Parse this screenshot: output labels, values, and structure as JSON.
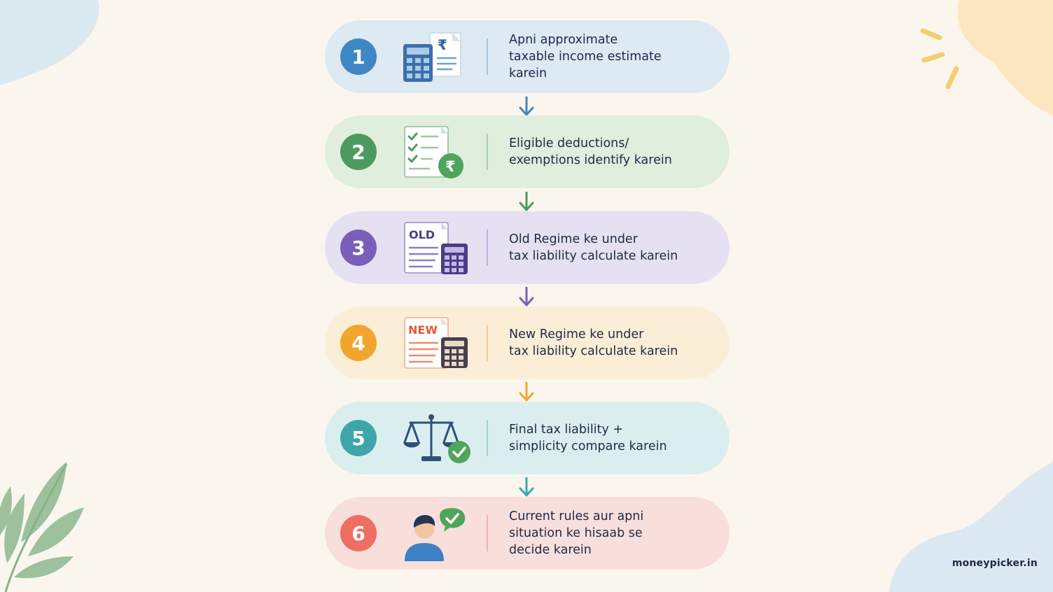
{
  "steps": [
    {
      "number": "1",
      "lines": [
        "Apni approximate",
        "taxable income estimate",
        "karein"
      ],
      "icon": "calculator-rupee-document-icon",
      "bg": "#dde9f3",
      "accent": "#3d87c4"
    },
    {
      "number": "2",
      "lines": [
        "Eligible deductions/",
        "exemptions identify karein"
      ],
      "icon": "checklist-rupee-icon",
      "bg": "#dfeedd",
      "accent": "#4e9a5e"
    },
    {
      "number": "3",
      "lines": [
        "Old Regime ke under",
        "tax liability calculate karein"
      ],
      "icon": "old-regime-calculator-icon",
      "icon_label": "OLD",
      "bg": "#e6e1f2",
      "accent": "#7a5fb8"
    },
    {
      "number": "4",
      "lines": [
        "New Regime ke under",
        "tax liability calculate karein"
      ],
      "icon": "new-regime-calculator-icon",
      "icon_label": "NEW",
      "bg": "#fbeed6",
      "accent": "#f0a62d"
    },
    {
      "number": "5",
      "lines": [
        "Final tax liability +",
        "simplicity compare karein"
      ],
      "icon": "balance-scale-check-icon",
      "bg": "#dbeeef",
      "accent": "#3ea6ab"
    },
    {
      "number": "6",
      "lines": [
        "Current rules aur apni",
        "situation ke hisaab se",
        "decide karein"
      ],
      "icon": "person-check-bubble-icon",
      "bg": "#f9dfdc",
      "accent": "#ec6f62"
    }
  ],
  "brand": "moneypicker.in",
  "colors": {
    "background": "#faf6ee",
    "text": "#1f2a44"
  }
}
